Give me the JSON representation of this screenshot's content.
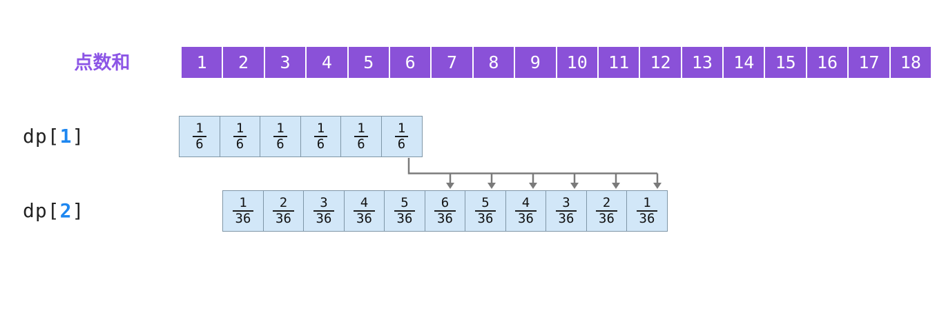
{
  "colors": {
    "purple": "#8a51d8",
    "label_purple": "#8c55e6",
    "cell_fill": "#d2e7f8",
    "cell_border": "#7e95a6",
    "arrow": "#7a7a7a",
    "index_blue": "#1e87f0",
    "text_dark": "#222222",
    "frac_bar": "#1a1a1a"
  },
  "header": {
    "label": "点数和",
    "cells": [
      "1",
      "2",
      "3",
      "4",
      "5",
      "6",
      "7",
      "8",
      "9",
      "10",
      "11",
      "12",
      "13",
      "14",
      "15",
      "16",
      "17",
      "18"
    ]
  },
  "rows": {
    "dp1": {
      "label_prefix": "dp[",
      "label_index": "1",
      "label_suffix": "]",
      "cells": [
        {
          "num": "1",
          "den": "6"
        },
        {
          "num": "1",
          "den": "6"
        },
        {
          "num": "1",
          "den": "6"
        },
        {
          "num": "1",
          "den": "6"
        },
        {
          "num": "1",
          "den": "6"
        },
        {
          "num": "1",
          "den": "6"
        }
      ]
    },
    "dp2": {
      "label_prefix": "dp[",
      "label_index": "2",
      "label_suffix": "]",
      "cells": [
        {
          "num": "1",
          "den": "36"
        },
        {
          "num": "2",
          "den": "36"
        },
        {
          "num": "3",
          "den": "36"
        },
        {
          "num": "4",
          "den": "36"
        },
        {
          "num": "5",
          "den": "36"
        },
        {
          "num": "6",
          "den": "36"
        },
        {
          "num": "5",
          "den": "36"
        },
        {
          "num": "4",
          "den": "36"
        },
        {
          "num": "3",
          "den": "36"
        },
        {
          "num": "2",
          "den": "36"
        },
        {
          "num": "1",
          "den": "36"
        }
      ]
    }
  },
  "arrows": {
    "from_row": "dp1",
    "from_cell_index": 5,
    "to_row": "dp2",
    "to_cell_indices": [
      5,
      6,
      7,
      8,
      9,
      10
    ]
  }
}
